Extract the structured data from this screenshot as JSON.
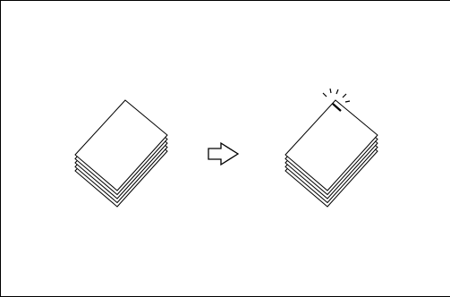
{
  "diagram": {
    "before": {
      "icon": "paper-stack-icon",
      "sheet_count": 5,
      "stapled": false
    },
    "transition": {
      "icon": "outline-right-arrow-icon"
    },
    "after": {
      "icon": "stapled-paper-stack-icon",
      "sheet_count": 5,
      "stapled": true,
      "staple_position": "top-corner"
    },
    "colors": {
      "stroke": "#000000",
      "fill": "#ffffff",
      "background": "#ffffff"
    }
  }
}
